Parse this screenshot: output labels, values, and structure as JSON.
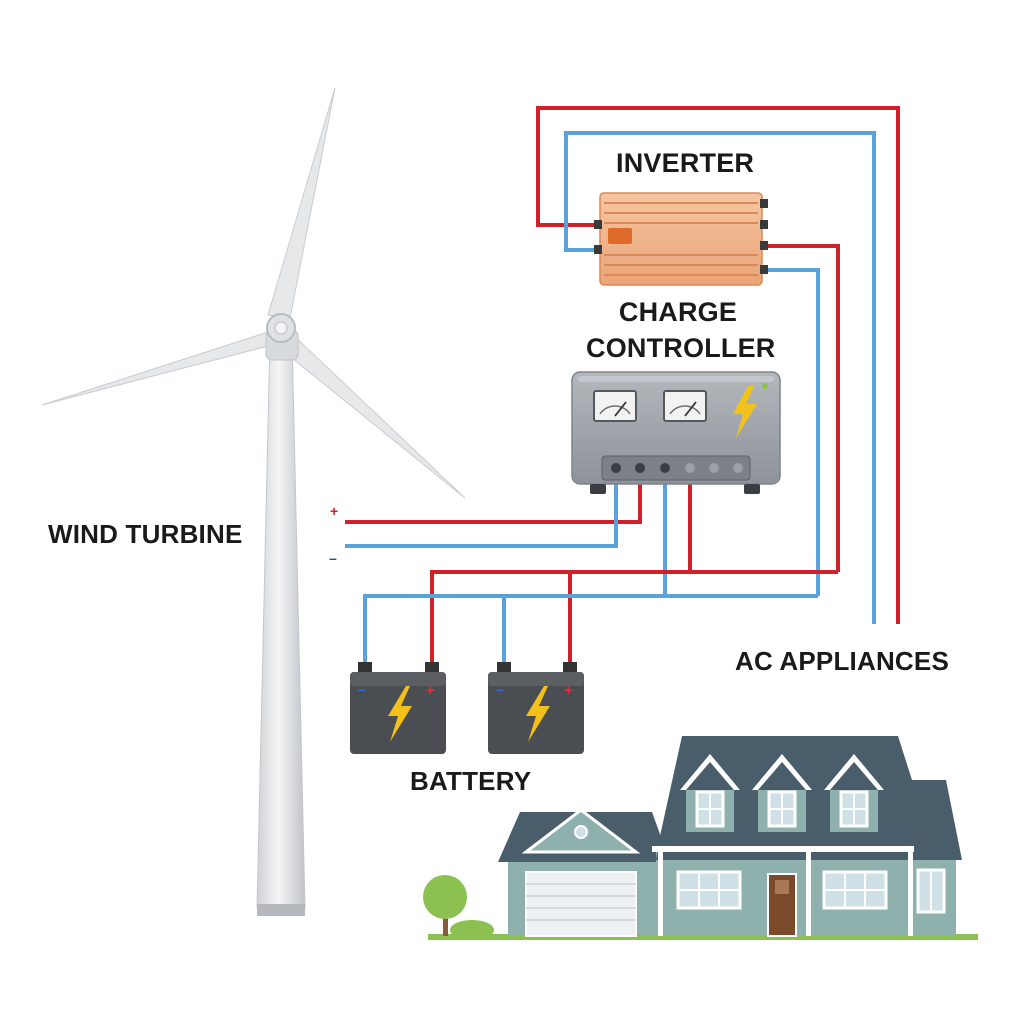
{
  "labels": {
    "inverter": "INVERTER",
    "charge_controller_line1": "CHARGE",
    "charge_controller_line2": "CONTROLLER",
    "wind_turbine": "WIND TURBINE",
    "battery": "BATTERY",
    "ac_appliances": "AC APPLIANCES"
  },
  "terminal_marks": {
    "positive": "+",
    "negative": "–"
  },
  "colors": {
    "positive_wire": "#d0202a",
    "negative_wire": "#5aa2dc",
    "inverter_body": "#f2b48a",
    "controller_body": "#9aa0a6",
    "battery_body": "#4a4d52",
    "bolt": "#f3c21a",
    "house_wall": "#8fb1ad",
    "house_roof": "#4a5d6b",
    "tree": "#8cc152",
    "ground": "#8cc152"
  },
  "icons": {
    "controller_bolt": "lightning-bolt-icon",
    "battery_bolt": "lightning-bolt-icon"
  }
}
